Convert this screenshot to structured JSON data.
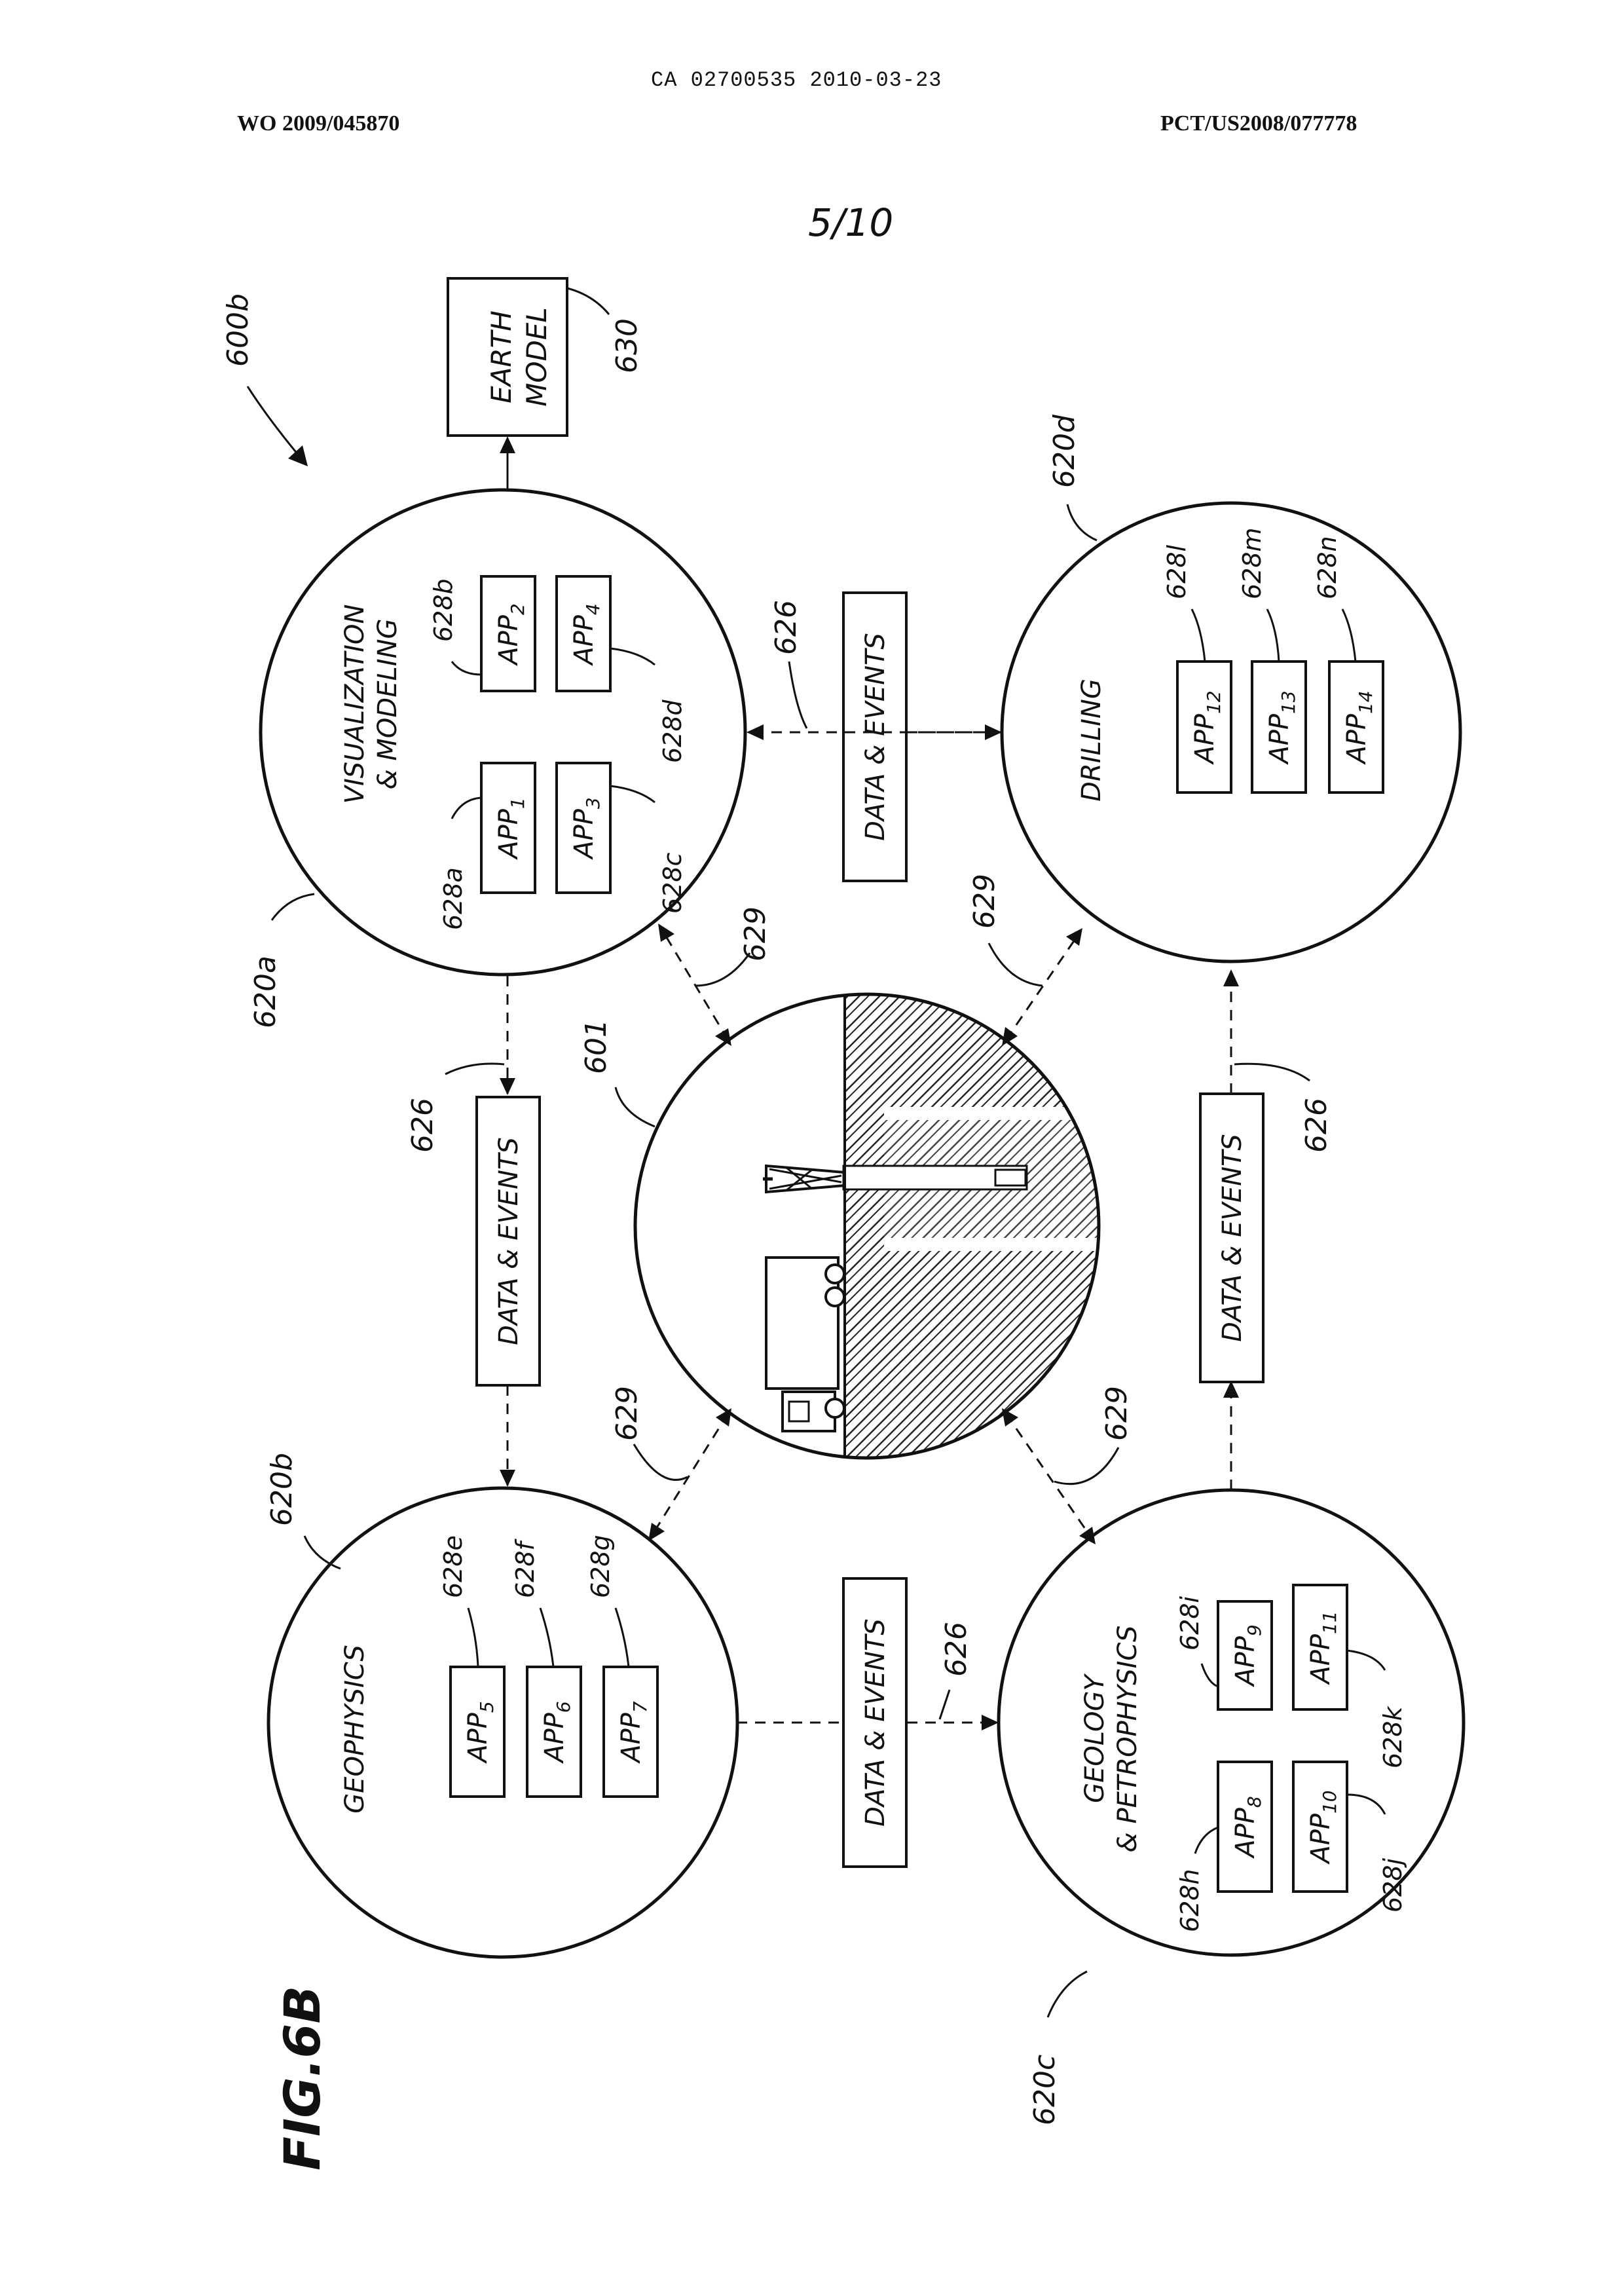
{
  "header": {
    "ca_number": "CA 02700535 2010-03-23",
    "wo_number": "WO 2009/045870",
    "pct_number": "PCT/US2008/077778",
    "sheet": "5/10"
  },
  "figure": {
    "label": "FIG.6B",
    "system_ref": "600b",
    "earth_model": {
      "line1": "EARTH",
      "line2": "MODEL",
      "ref": "630"
    },
    "center": {
      "ref": "601"
    },
    "nodes": {
      "visualization": {
        "line1": "VISUALIZATION",
        "line2": "& MODELING",
        "ref": "620a",
        "apps": [
          {
            "label": "APP",
            "sub": "1",
            "ref": "628a"
          },
          {
            "label": "APP",
            "sub": "2",
            "ref": "628b"
          },
          {
            "label": "APP",
            "sub": "3",
            "ref": "628c"
          },
          {
            "label": "APP",
            "sub": "4",
            "ref": "628d"
          }
        ]
      },
      "geophysics": {
        "line1": "GEOPHYSICS",
        "ref": "620b",
        "apps": [
          {
            "label": "APP",
            "sub": "5",
            "ref": "628e"
          },
          {
            "label": "APP",
            "sub": "6",
            "ref": "628f"
          },
          {
            "label": "APP",
            "sub": "7",
            "ref": "628g"
          }
        ]
      },
      "geology": {
        "line1": "GEOLOGY",
        "line2": "& PETROPHYSICS",
        "ref": "620c",
        "apps": [
          {
            "label": "APP",
            "sub": "8",
            "ref": "628h"
          },
          {
            "label": "APP",
            "sub": "9",
            "ref": "628i"
          },
          {
            "label": "APP",
            "sub": "10",
            "ref": "628j"
          },
          {
            "label": "APP",
            "sub": "11",
            "ref": "628k"
          }
        ]
      },
      "drilling": {
        "line1": "DRILLING",
        "ref": "620d",
        "apps": [
          {
            "label": "APP",
            "sub": "12",
            "ref": "628l"
          },
          {
            "label": "APP",
            "sub": "13",
            "ref": "628m"
          },
          {
            "label": "APP",
            "sub": "14",
            "ref": "628n"
          }
        ]
      }
    },
    "data_events": "DATA & EVENTS",
    "data_ref": "626",
    "link_ref": "629"
  }
}
